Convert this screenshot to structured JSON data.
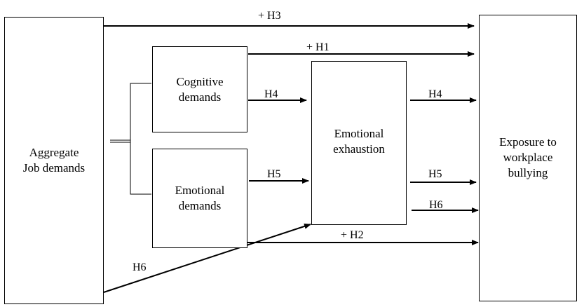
{
  "nodes": {
    "aggregate": {
      "label": "Aggregate\nJob demands"
    },
    "cognitive": {
      "label": "Cognitive\ndemands"
    },
    "emotional_demands": {
      "label": "Emotional\ndemands"
    },
    "exhaustion": {
      "label": "Emotional\nexhaustion"
    },
    "bullying": {
      "label": "Exposure to\nworkplace\nbullying"
    }
  },
  "edges": {
    "h3": {
      "label": "+ H3"
    },
    "h1": {
      "label": "+ H1"
    },
    "h4_in": {
      "label": "H4"
    },
    "h4_out": {
      "label": "H4"
    },
    "h5_in": {
      "label": "H5"
    },
    "h5_out": {
      "label": "H5"
    },
    "h6_out": {
      "label": "H6"
    },
    "h2": {
      "label": "+ H2"
    },
    "h6_in": {
      "label": "H6"
    }
  }
}
